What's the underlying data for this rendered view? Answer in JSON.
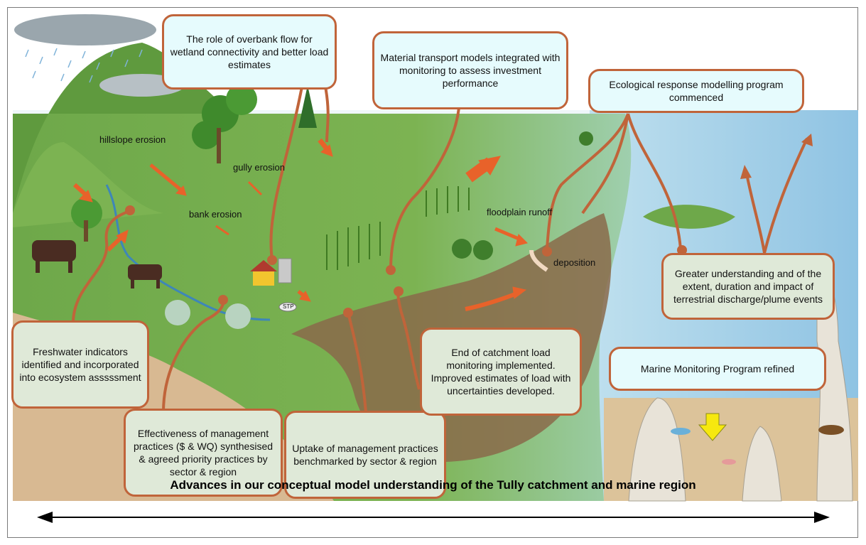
{
  "callouts": {
    "overbank": "The role of overbank flow for wetland connectivity and better load estimates",
    "material_transport": "Material transport models integrated with monitoring to assess investment performance",
    "ecological": "Ecological response modelling program commenced",
    "freshwater": "Freshwater indicators identified and incorporated into ecosystem asssssment",
    "effectiveness": "Effectiveness of management practices ($ & WQ) synthesised & agreed priority practices by sector & region",
    "uptake": "Uptake of management practices benchmarked by sector & region",
    "end_catchment": "End of catchment load monitoring implemented. Improved estimates of load with uncertainties developed.",
    "greater_understanding": "Greater understanding and of the extent, duration and impact of terrestrial discharge/plume events",
    "marine_monitoring": "Marine Monitoring Program refined"
  },
  "labels": {
    "hillslope": "hillslope erosion",
    "gully": "gully erosion",
    "bank": "bank erosion",
    "floodplain": "floodplain runoff",
    "deposition": "deposition",
    "stp": "STP"
  },
  "caption": "Advances in our conceptual model understanding of the Tully catchment and marine region",
  "colors": {
    "callout_border": "#c0643a",
    "arrow": "#e8622a",
    "land": "#74a94a",
    "sea": "#a9d2ea",
    "sediment": "#8a6a4a"
  }
}
